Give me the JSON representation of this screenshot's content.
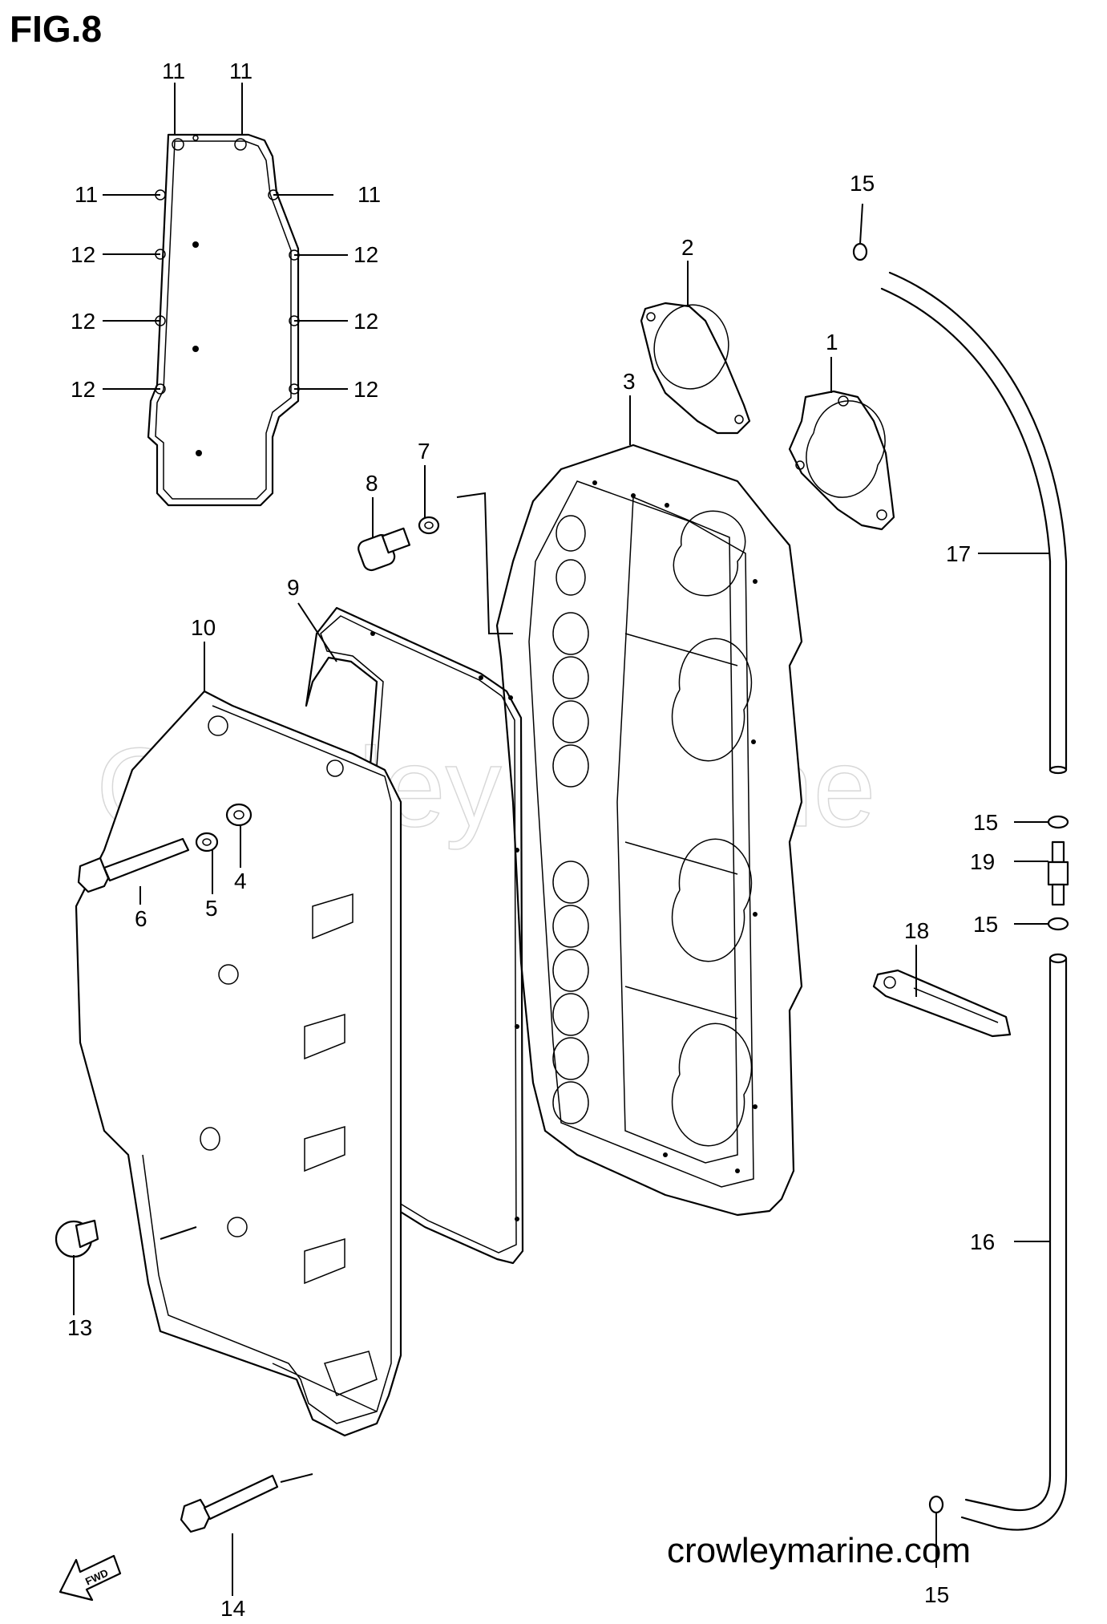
{
  "figure": {
    "title": "FIG.8"
  },
  "watermark": "Crowley Marine",
  "footer": {
    "site": "crowleymarine.com",
    "fwd_label": "FWD"
  },
  "callouts": {
    "c1": "1",
    "c2": "2",
    "c3": "3",
    "c4": "4",
    "c5": "5",
    "c6": "6",
    "c7": "7",
    "c8": "8",
    "c9": "9",
    "c10": "10",
    "c11a": "11",
    "c11b": "11",
    "c11c": "11",
    "c11d": "11",
    "c12a": "12",
    "c12b": "12",
    "c12c": "12",
    "c12d": "12",
    "c12e": "12",
    "c12f": "12",
    "c13": "13",
    "c14": "14",
    "c15a": "15",
    "c15b": "15",
    "c15c": "15",
    "c15d": "15",
    "c16": "16",
    "c17": "17",
    "c18": "18",
    "c19": "19"
  }
}
